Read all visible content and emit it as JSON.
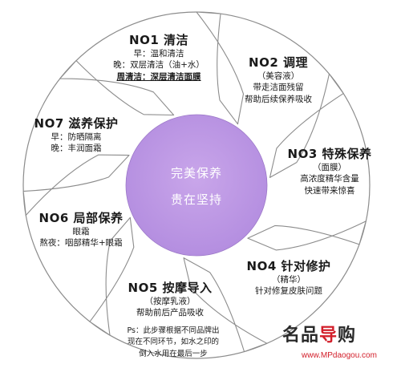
{
  "center": {
    "line1": "完美保养",
    "line2": "贵在坚持",
    "color": "#c39be6"
  },
  "colors": {
    "ring_fill": "#ffffff",
    "ring_stroke": "#8c8c8c",
    "background": "#ffffff"
  },
  "steps": [
    {
      "title": "NO1 清洁",
      "lines": [
        "早：温和清洁",
        "晚：双层清洁（油+水）"
      ],
      "strong": "周清洁：深层清洁面膜"
    },
    {
      "title": "NO2 调理",
      "lines": [
        "（美容液）",
        "带走洁面残留",
        "帮助后续保养吸收"
      ]
    },
    {
      "title": "NO3 特殊保养",
      "lines": [
        "（面膜）",
        "高浓度精华含量",
        "快速带来惊喜"
      ]
    },
    {
      "title": "NO4 针对修护",
      "lines": [
        "（精华）",
        "针对修复皮肤问题"
      ]
    },
    {
      "title": "NO5 按摩导入",
      "lines": [
        "（按摩乳液）",
        "帮助前后产品吸收"
      ]
    },
    {
      "title": "NO6 局部保养",
      "lines": [
        "眼霜",
        "熬夜：咽部精华+眼霜"
      ]
    },
    {
      "title": "NO7 滋养保护",
      "lines": [
        "早：防晒隔离",
        "晚：丰润面霜"
      ]
    }
  ],
  "note": {
    "line1": "Ps：此步骤根据不同品牌出",
    "line2": "现在不同环节，如水之印的",
    "line3": "倒入水用在最后一步"
  },
  "watermark": {
    "logo_part1": "名品",
    "logo_part2": "导",
    "logo_part3": "购",
    "url": "www.MPdaogou.com"
  }
}
